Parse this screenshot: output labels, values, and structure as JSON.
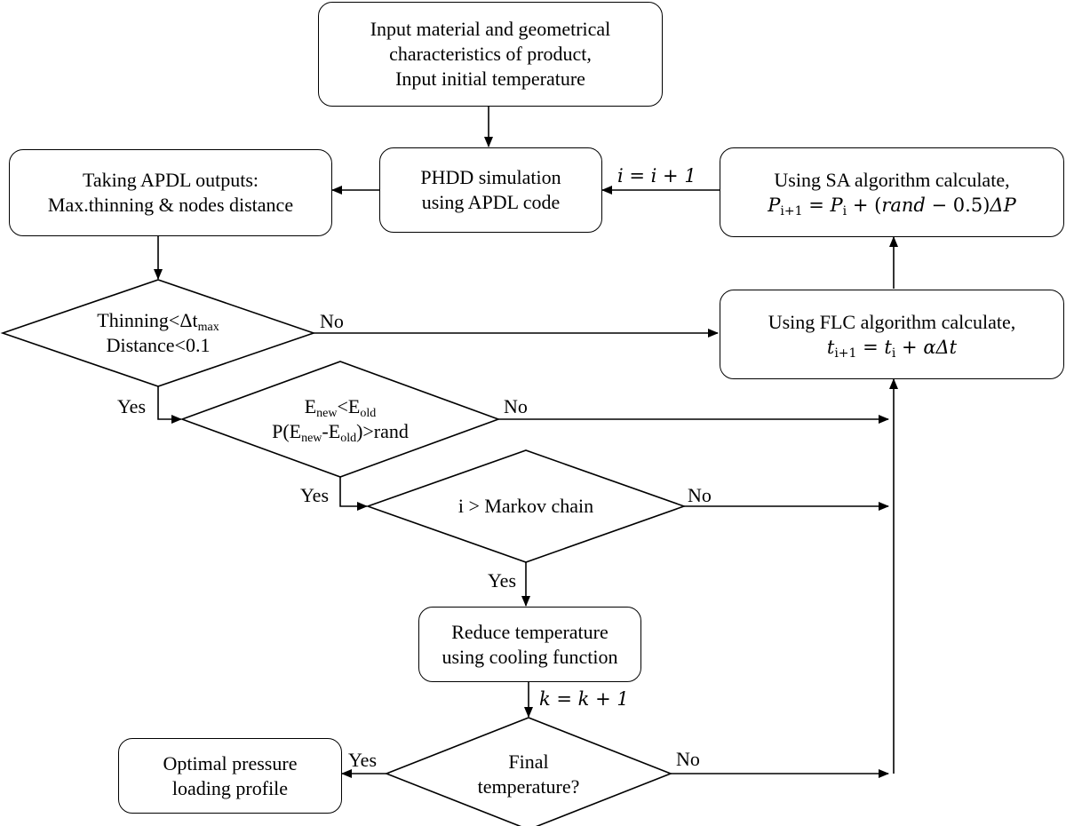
{
  "nodes": {
    "input": {
      "line1": "Input material and geometrical",
      "line2": "characteristics of product,",
      "line3": "Input initial temperature"
    },
    "phdd": {
      "line1": "PHDD simulation",
      "line2": "using APDL code"
    },
    "apdl_outputs": {
      "line1": "Taking APDL outputs:",
      "line2": "Max.thinning & nodes distance"
    },
    "sa_calc": {
      "line1": "Using SA algorithm calculate,",
      "formula": "P_{i+1} = P_i + (rand − 0.5)ΔP"
    },
    "flc_calc": {
      "line1": "Using FLC algorithm calculate,",
      "formula": "t_{i+1} = t_i + αΔt"
    },
    "reduce_temp": {
      "line1": "Reduce temperature",
      "line2": "using cooling function"
    },
    "optimal": {
      "line1": "Optimal pressure",
      "line2": "loading profile"
    }
  },
  "decisions": {
    "thinning": {
      "line1_main": "Thinning<Δt",
      "line1_sub": "max",
      "line2": "Distance<0.1"
    },
    "energy": {
      "l1_a": "E",
      "l1_a_sub": "new",
      "l1_op": "<",
      "l1_b": "E",
      "l1_b_sub": "old",
      "l2_a": "P(E",
      "l2_a_sub": "new",
      "l2_mid": "-E",
      "l2_b_sub": "old",
      "l2_end": ")>rand"
    },
    "markov": {
      "text": "i > Markov chain"
    },
    "final_temp": {
      "line1": "Final",
      "line2": "temperature?"
    }
  },
  "edge_labels": {
    "i_increment": "i = i + 1",
    "k_increment": "k = k + 1",
    "yes": "Yes",
    "no": "No"
  }
}
